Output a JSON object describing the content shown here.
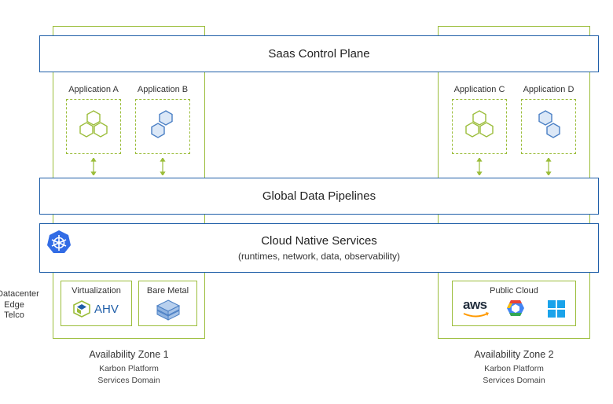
{
  "saas_control_plane": "Saas Control Plane",
  "global_data_pipelines": "Global Data Pipelines",
  "cloud_native": {
    "title": "Cloud Native Services",
    "subtitle": "(runtimes, network, data, observability)"
  },
  "applications": [
    "Application A",
    "Application B",
    "Application C",
    "Application D"
  ],
  "side_labels": [
    "Datacenter",
    "Edge",
    "Telco"
  ],
  "zone1": {
    "virtualization": "Virtualization",
    "ahv": "AHV",
    "bare_metal": "Bare Metal",
    "title": "Availability Zone 1",
    "sub1": "Karbon Platform",
    "sub2": "Services Domain"
  },
  "zone2": {
    "public_cloud": "Public Cloud",
    "aws": "aws",
    "title": "Availability Zone 2",
    "sub1": "Karbon Platform",
    "sub2": "Services Domain"
  },
  "colors": {
    "green": "#9bbd3a",
    "blue": "#1f5ea8",
    "hex_blue": "#4a7fc4",
    "hex_blue_fill": "#dce8f7"
  }
}
